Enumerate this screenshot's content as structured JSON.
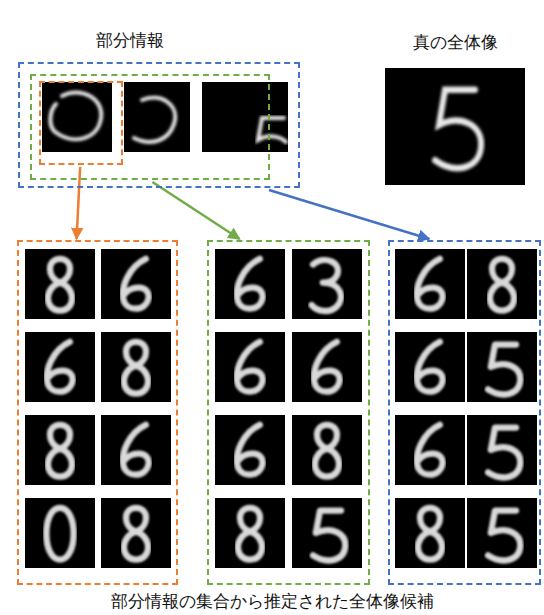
{
  "diagram": {
    "caption": "部分情報の集合から推定された全体像候補",
    "nodes": [
      {
        "text": [
          "部分情報"
        ]
      },
      {
        "text": [],
        "in": 0
      },
      {
        "text": [],
        "in": 1
      },
      {
        "text": [
          "真の全体像"
        ]
      },
      {
        "text": []
      },
      {
        "text": []
      },
      {
        "text": []
      }
    ],
    "edges": [
      {
        "from": 2,
        "to": 4,
        "arrow": "to"
      },
      {
        "from": 1,
        "to": 5,
        "arrow": "to"
      },
      {
        "from": 0,
        "to": 6,
        "arrow": "to"
      }
    ]
  }
}
